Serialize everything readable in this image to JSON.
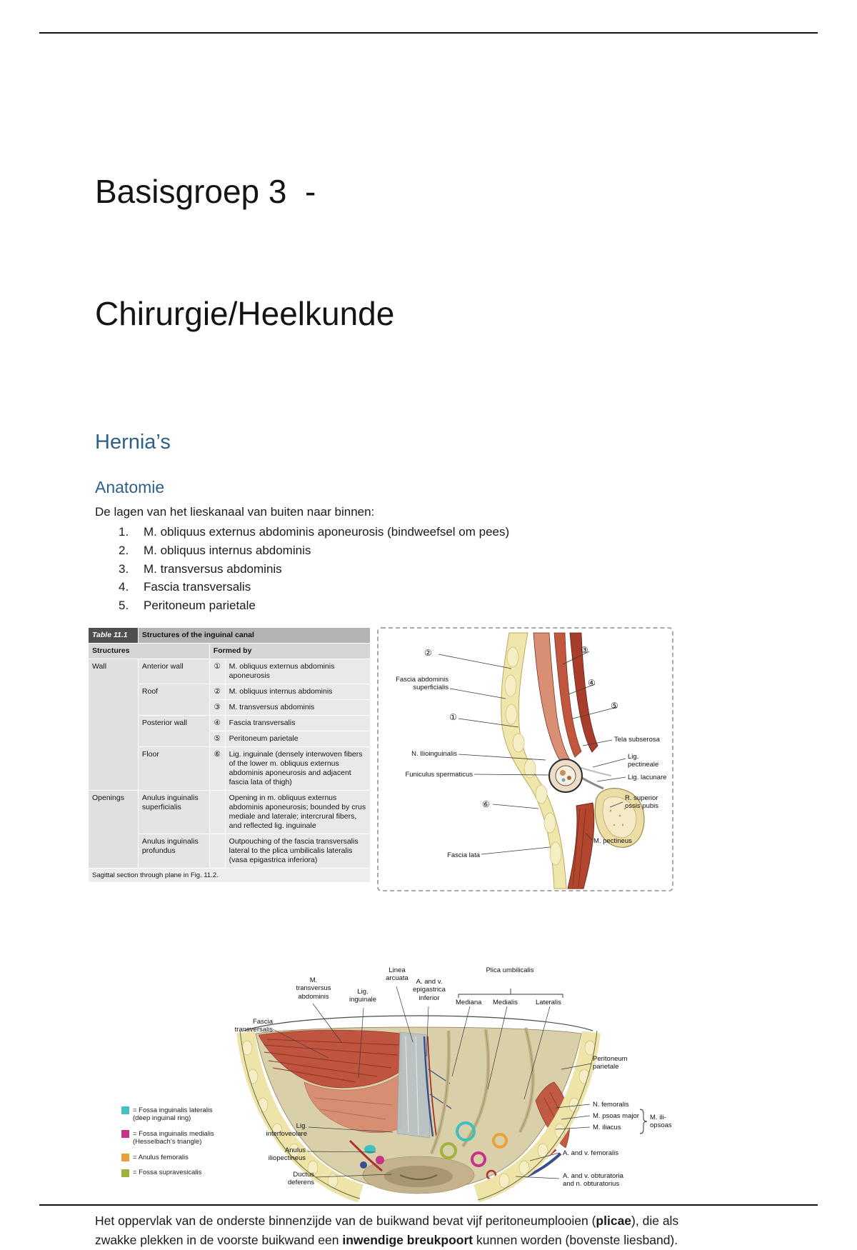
{
  "page": {
    "title_line1": "Basisgroep 3  -",
    "title_line2": "Chirurgie/Heelkunde",
    "subtitle": "Hernia’s",
    "section_heading": "Anatomie",
    "intro": "De lagen van het lieskanaal van buiten naar binnen:",
    "layers": [
      {
        "num": "1.",
        "text": "M. obliquus externus abdominis aponeurosis (bindweefsel om pees)"
      },
      {
        "num": "2.",
        "text": "M. obliquus internus abdominis"
      },
      {
        "num": "3.",
        "text": "M. transversus abdominis"
      },
      {
        "num": "4.",
        "text": "Fascia transversalis"
      },
      {
        "num": "5.",
        "text": "Peritoneum parietale"
      }
    ],
    "closing": {
      "part1": "Het oppervlak van de onderste binnenzijde van de buikwand bevat vijf peritoneumplooien (",
      "bold1": "plicae",
      "part2": "), die als zwakke plekken in de voorste buikwand een ",
      "bold2": "inwendige breukpoort",
      "part3": " kunnen worden (bovenste liesband)."
    }
  },
  "colors": {
    "heading_blue": "#2d5f8a",
    "fossa_inguinalis_lateralis": "#45c1c0",
    "fossa_inguinalis_medialis": "#c93286",
    "anulus_femoralis": "#e8a13a",
    "fossa_supravesicalis": "#9fb23a"
  },
  "table": {
    "tag": "Table 11.1",
    "title": "Structures of the inguinal canal",
    "col_structures": "Structures",
    "col_formed_by": "Formed by",
    "groups": {
      "wall": "Wall",
      "openings": "Openings"
    },
    "rows": [
      {
        "sub": "Anterior wall",
        "num": "①",
        "formed_by": "M. obliquus externus abdominis aponeurosis"
      },
      {
        "sub": "Roof",
        "num": "②",
        "formed_by": "M. obliquus internus abdominis"
      },
      {
        "sub": "",
        "num": "③",
        "formed_by": "M. transversus abdominis"
      },
      {
        "sub": "Posterior wall",
        "num": "④",
        "formed_by": "Fascia transversalis"
      },
      {
        "sub": "",
        "num": "⑤",
        "formed_by": "Peritoneum parietale"
      },
      {
        "sub": "Floor",
        "num": "⑥",
        "formed_by": "Lig. inguinale (densely interwoven fibers of the lower m. obliquus externus abdominis aponeurosis and adjacent fascia lata of thigh)"
      },
      {
        "sub": "Anulus inguinalis superficialis",
        "num": "",
        "formed_by": "Opening in m. obliquus externus abdominis aponeurosis; bounded by crus mediale and laterale; intercrural fibers, and reflected lig. inguinale"
      },
      {
        "sub": "Anulus inguinalis profundus",
        "num": "",
        "formed_by": "Outpouching of the fascia transversalis lateral to the plica umbilicalis lateralis (vasa epigastrica inferiora)"
      }
    ],
    "footnote": "Sagittal section through plane in Fig. 11.2."
  },
  "figure1": {
    "markers": {
      "m1": "①",
      "m2": "②",
      "m3": "③",
      "m4": "④",
      "m5": "⑤",
      "m6": "⑥"
    },
    "labels": {
      "fascia_abdominis_superficialis": "Fascia abdominis superficialis",
      "n_ilioinguinalis": "N. Ilioinguinalis",
      "funiculus_spermaticus": "Funiculus spermaticus",
      "fascia_lata": "Fascia lata",
      "tela_subserosa": "Tela subserosa",
      "lig_pectineale": "Lig. pectineale",
      "lig_lacunare": "Lig. lacunare",
      "r_superior_ossis_pubis": "R. superior ossis pubis",
      "m_pectineus": "M. pectineus"
    }
  },
  "figure2": {
    "labels": {
      "m_transversus_abdominis": "M. transversus abdominis",
      "lig_inguinale": "Lig. inguinale",
      "linea_arcuata": "Linea arcuata",
      "a_v_epigastrica_inferior": "A. and v. epigastrica inferior",
      "plica_umbilicalis": "Plica umbilicalis",
      "mediana": "Mediana",
      "medialis": "Medialis",
      "lateralis": "Lateralis",
      "fascia_transversalis": "Fascia transversalis",
      "peritoneum_parietale": "Peritoneum parietale",
      "n_femoralis": "N. femoralis",
      "m_psoas_major": "M. psoas major",
      "m_iliacus": "M. iliacus",
      "m_iliopsoas": "M. ili-opsoas",
      "a_v_femoralis": "A. and v. femoralis",
      "a_v_obturatoria": "A. and v. obturatoria and n. obturatorius",
      "lig_interfoveolare": "Lig. interfoveolare",
      "anulus_iliopectineus": "Anulus iliopectineus",
      "ductus_deferens": "Ductus deferens"
    },
    "legend": [
      {
        "color": "#45c1c0",
        "text": "= Fossa inguinalis lateralis (deep inguinal ring)"
      },
      {
        "color": "#c93286",
        "text": "= Fossa inguinalis medialis (Hesselbach’s triangle)"
      },
      {
        "color": "#e8a13a",
        "text": "= Anulus femoralis"
      },
      {
        "color": "#9fb23a",
        "text": "= Fossa supravesicalis"
      }
    ]
  }
}
